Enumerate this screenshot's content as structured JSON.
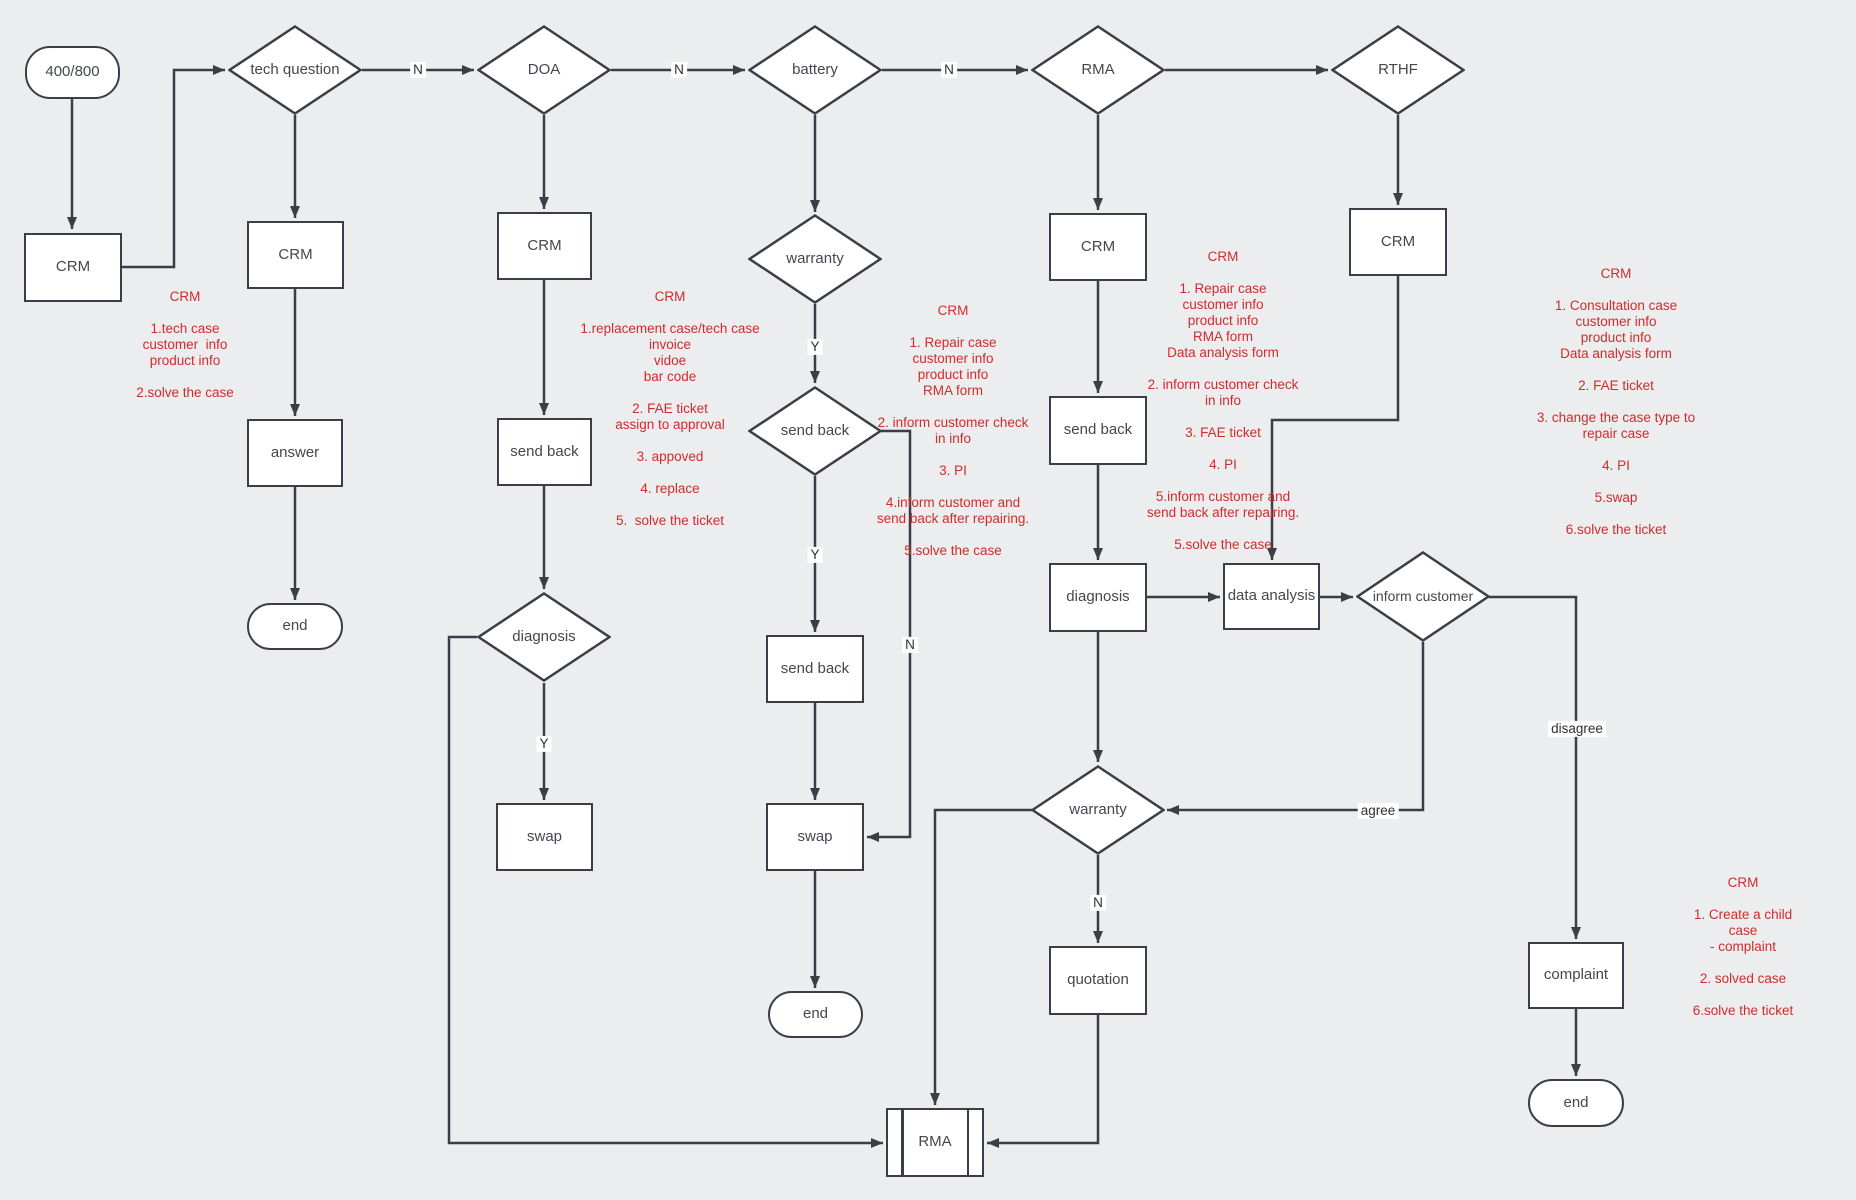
{
  "canvas": {
    "background": "#ecedee",
    "stroke_color": "#3a3f47",
    "node_fill": "#ffffff",
    "node_text_color": "#43474e",
    "annotation_color": "#d22b2b"
  },
  "nodes": {
    "start": "400/800",
    "tech_question": "tech question",
    "doa": "DOA",
    "battery": "battery",
    "rma_decision": "RMA",
    "rthf": "RTHF",
    "crm_start": "CRM",
    "crm_tech": "CRM",
    "crm_doa": "CRM",
    "crm_rma": "CRM",
    "crm_rthf": "CRM",
    "answer": "answer",
    "end_tech": "end",
    "send_back_doa": "send back",
    "diagnosis_doa": "diagnosis",
    "swap_doa": "swap",
    "warranty_battery": "warranty",
    "send_back_decision": "send back",
    "send_back_battery": "send back",
    "swap_battery": "swap",
    "end_battery": "end",
    "send_back_rma": "send back",
    "diagnosis_rma": "diagnosis",
    "data_analysis": "data analysis",
    "inform_customer": "inform customer",
    "warranty_rma": "warranty",
    "quotation": "quotation",
    "rma_process": "RMA",
    "complaint": "complaint",
    "end_complaint": "end"
  },
  "edge_labels": {
    "n_tech_doa": "N",
    "n_doa_battery": "N",
    "n_battery_rma": "N",
    "y_diagnosis_doa": "Y",
    "y_warranty_battery": "Y",
    "y_send_back_decision": "Y",
    "n_send_back_decision": "N",
    "n_warranty_rma": "N",
    "agree": "agree",
    "disagree": "disagree"
  },
  "annotations": {
    "tech": "CRM\n\n1.tech case\ncustomer  info\nproduct info\n\n2.solve the case",
    "doa": "CRM\n\n1.replacement case/tech case\ninvoice\nvidoe\nbar code\n\n2. FAE ticket\nassign to approval\n\n3. appoved\n\n4. replace\n\n5.  solve the ticket",
    "battery": "CRM\n\n1. Repair case\ncustomer info\nproduct info\nRMA form\n\n2. inform customer check\nin info\n\n3. PI\n\n4.inform customer and\nsend back after repairing.\n\n5.solve the case",
    "rma": "CRM\n\n1. Repair case\ncustomer info\nproduct info\nRMA form\nData analysis form\n\n2. inform customer check\nin info\n\n3. FAE ticket\n\n4. PI\n\n5.inform customer and\nsend back after repairing.\n\n5.solve the case",
    "rthf": "CRM\n\n1. Consultation case\ncustomer info\nproduct info\nData analysis form\n\n2. FAE ticket\n\n3. change the case type to\nrepair case\n\n4. PI\n\n5.swap\n\n6.solve the ticket",
    "complaint": "CRM\n\n1. Create a child case\n- complaint\n\n2. solved case\n\n6.solve the ticket"
  }
}
